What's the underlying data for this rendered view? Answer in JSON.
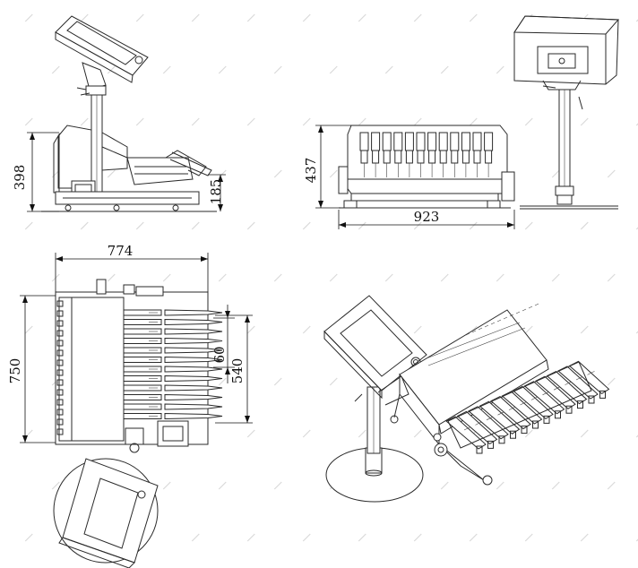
{
  "dimensions": {
    "side_height": "398",
    "side_small_height": "185",
    "front_height": "437",
    "front_width": "923",
    "top_width": "774",
    "top_depth": "750",
    "top_small": "60",
    "top_mid": "540"
  },
  "colors": {
    "line": "#2a2a2a",
    "watermark": "#d9d9d9",
    "background": "#ffffff"
  }
}
